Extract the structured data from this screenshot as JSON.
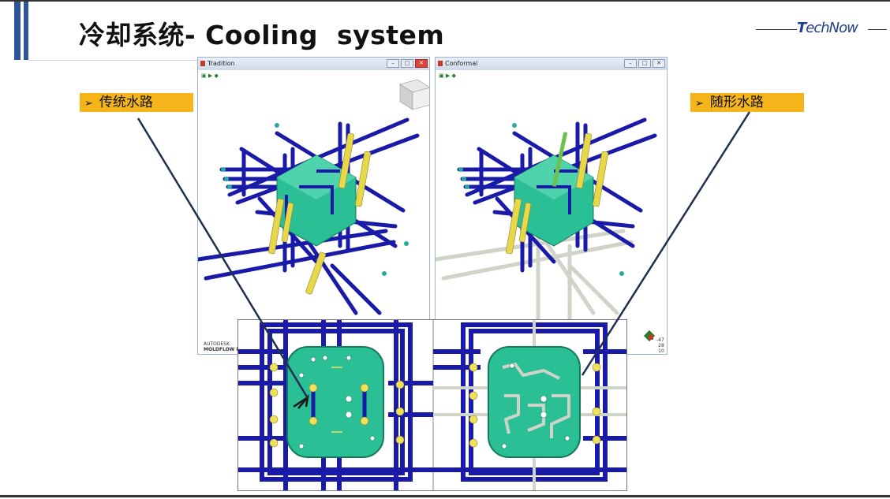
{
  "slide": {
    "title": "冷却系统- Cooling  system",
    "logo": {
      "prefix": "T",
      "word": "echNow"
    }
  },
  "labels": {
    "traditional": {
      "arrow": "➢",
      "text": "传统水路"
    },
    "conformal": {
      "arrow": "➢",
      "text": "随形水路"
    }
  },
  "windows": {
    "left": {
      "title": "Tradition",
      "buttons": [
        "–",
        "□",
        "✕"
      ]
    },
    "right": {
      "title": "Conformal",
      "buttons": [
        "–",
        "□",
        "✕"
      ]
    }
  },
  "brand": {
    "line1": "AUTODESK",
    "line2": "MOLDFLOW  IN"
  },
  "axis_numbers": [
    "-47",
    "28",
    "10"
  ],
  "colors": {
    "accent_bar": "#2f5597",
    "label_bg": "#f4b41a",
    "channel": "#1a1aa8",
    "part": "#2bbf96",
    "baffle": "#e6d84a",
    "conformal_channel": "#cfd4c8"
  }
}
